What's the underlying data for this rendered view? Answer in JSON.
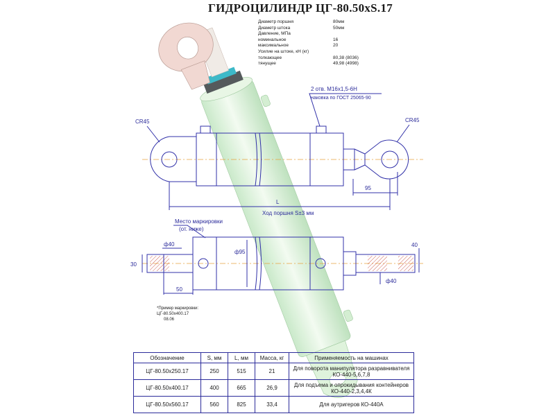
{
  "title": "ГИДРОЦИЛИНДР ЦГ-80.50хS.17",
  "specs": [
    {
      "label": "Диаметр поршня",
      "value": "80мм"
    },
    {
      "label": "Диаметр штока",
      "value": "50мм"
    },
    {
      "label": "Давление, МПа",
      "value": ""
    },
    {
      "label": "номинальное",
      "value": "16"
    },
    {
      "label": "максимальное",
      "value": "20"
    },
    {
      "label": "Усилие на штоке, кН (кг)",
      "value": ""
    },
    {
      "label": "толкающее",
      "value": "80,38 (8036)"
    },
    {
      "label": "тянущее",
      "value": "49,98 (4998)"
    }
  ],
  "callouts": {
    "ports_line1": "2 отв. М16х1,5-6Н",
    "ports_line2": "наковка по ГОСТ 25065-90",
    "radius_left": "СR45",
    "radius_right": "СR45",
    "dim_95": "95",
    "dim_L": "L",
    "stroke": "Ход поршня S±3 мм",
    "marking_place_line1": "Место маркировки",
    "marking_place_line2": "(от. ниже)",
    "dim_phi40_left": "ф40",
    "dim_30": "30",
    "dim_phi95": "ф95",
    "dim_50": "50",
    "dim_40": "40",
    "dim_phi40_right": "ф40"
  },
  "marking_note": [
    "*Пример маркировки:",
    "ЦГ-80.50х400.17",
    "08.06"
  ],
  "table": {
    "headers": [
      "Обозначение",
      "S, мм",
      "L, мм",
      "Масса, кг",
      "Применяемость на машинах"
    ],
    "rows": [
      [
        "ЦГ-80.50х250.17",
        "250",
        "515",
        "21",
        "Для поворота манипулятора разравнивателя КО-440-5,6,7,8"
      ],
      [
        "ЦГ-80.50х400.17",
        "400",
        "665",
        "26,9",
        "Для подъема и опрокидывания контейнеров КО-440-2,3,4,4К"
      ],
      [
        "ЦГ-80.50х560.17",
        "560",
        "825",
        "33,4",
        "Для аутригеров КО-440А"
      ]
    ]
  },
  "colors": {
    "line": "#3030a8",
    "cylinder": "#dff3dc",
    "eye": "#f1d8d2",
    "collar": "#3db9c8",
    "axis": "#e6a23c",
    "hatch": "#c0392b"
  }
}
